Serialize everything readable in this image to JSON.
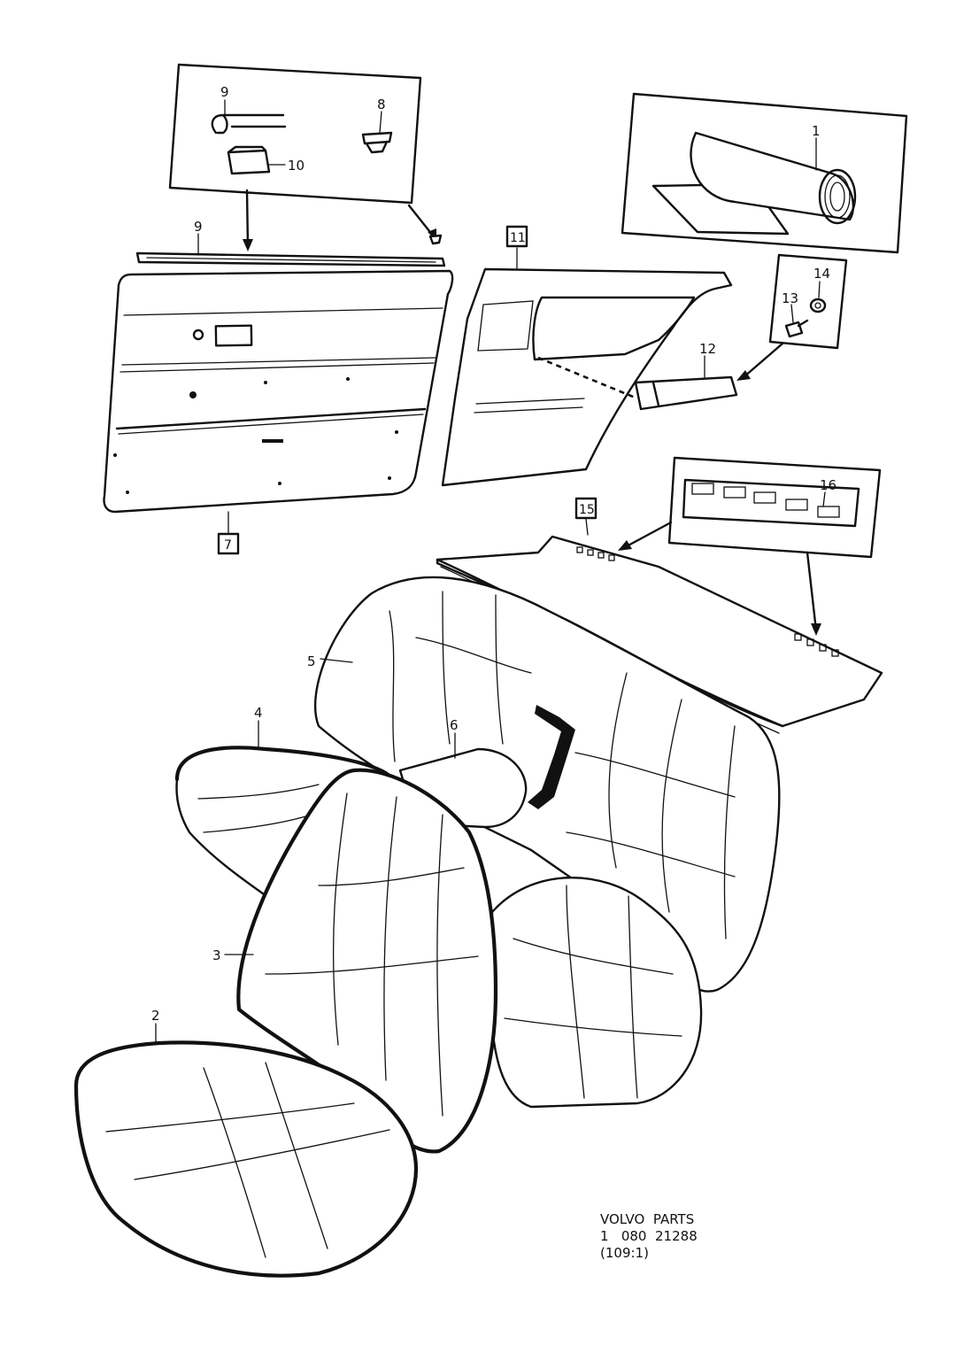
{
  "diagram": {
    "callouts": {
      "p1": "1",
      "p2": "2",
      "p3": "3",
      "p4": "4",
      "p5": "5",
      "p6": "6",
      "p7": "7",
      "p8": "8",
      "p9_inset": "9",
      "p9_strip": "9",
      "p10": "10",
      "p11": "11",
      "p12": "12",
      "p13": "13",
      "p14": "14",
      "p15": "15",
      "p16": "16"
    },
    "footer": {
      "line1": "VOLVO  PARTS",
      "line2": "1   080  21288",
      "line3": "(109:1)"
    }
  }
}
